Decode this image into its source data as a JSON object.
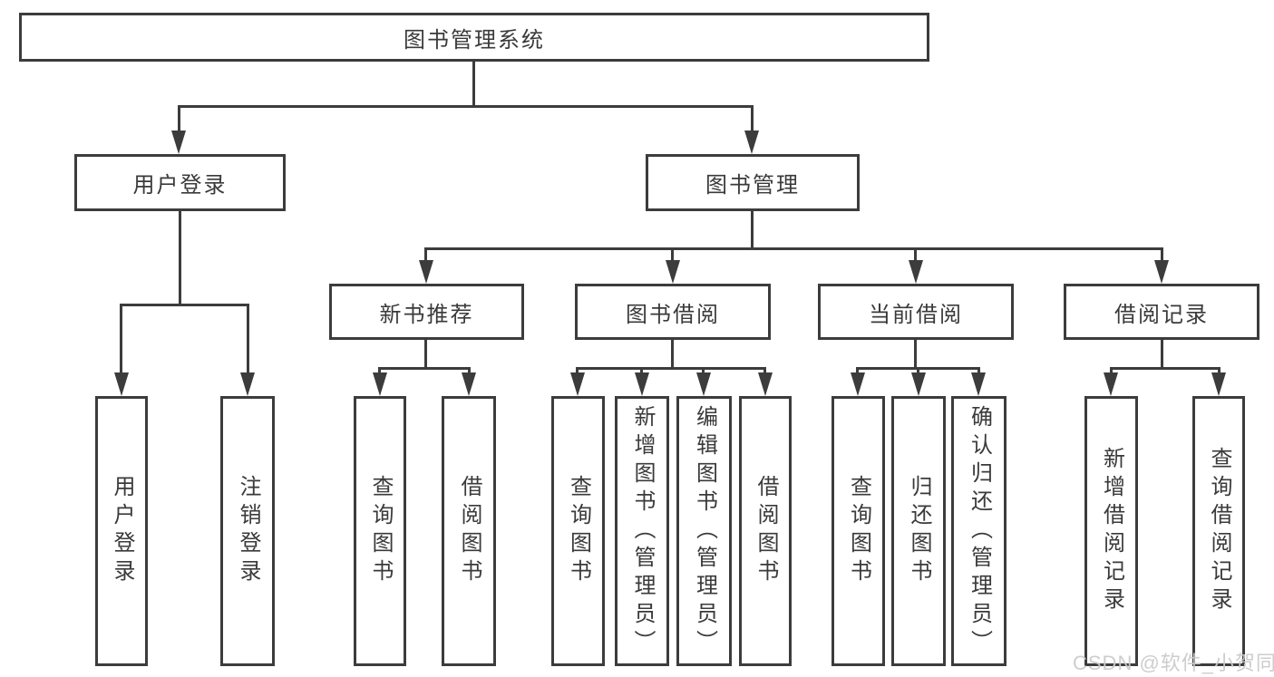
{
  "tree": {
    "root": {
      "label": "图书管理系统"
    },
    "branches": [
      {
        "label": "用户登录",
        "children": [
          {
            "label": "用户登录"
          },
          {
            "label": "注销登录"
          }
        ]
      },
      {
        "label": "图书管理",
        "children": [
          {
            "label": "新书推荐",
            "children": [
              {
                "label": "查询图书"
              },
              {
                "label": "借阅图书"
              }
            ]
          },
          {
            "label": "图书借阅",
            "children": [
              {
                "label": "查询图书"
              },
              {
                "label": "新增图书（管理员）"
              },
              {
                "label": "编辑图书（管理员）"
              },
              {
                "label": "借阅图书"
              }
            ]
          },
          {
            "label": "当前借阅",
            "children": [
              {
                "label": "查询图书"
              },
              {
                "label": "归还图书"
              },
              {
                "label": "确认归还（管理员）"
              }
            ]
          },
          {
            "label": "借阅记录",
            "children": [
              {
                "label": "新增借阅记录"
              },
              {
                "label": "查询借阅记录"
              }
            ]
          }
        ]
      }
    ]
  },
  "watermark": "CSDN @软件_小贺同学",
  "colors": {
    "line": "#3c3c3c",
    "text": "#3a3a3a",
    "background": "#ffffff",
    "watermark": "#cbcbcb"
  }
}
